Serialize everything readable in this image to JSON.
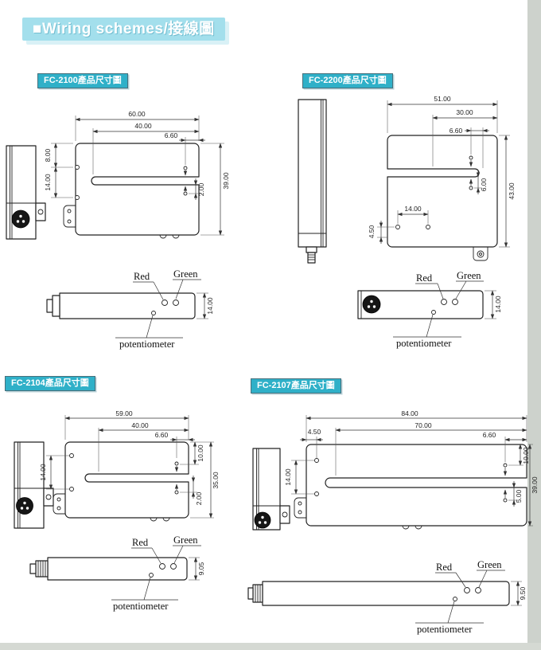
{
  "header": {
    "title": "■Wiring schemes/接線圖"
  },
  "panels": {
    "fc2100": {
      "title": "FC-2100產品尺寸圖",
      "dims": {
        "width": "60.00",
        "slot_depth": "40.00",
        "optical_axis": "6.60",
        "hole_top": "8.00",
        "hole_pitch": "14.00",
        "slot_offset": "2.00",
        "height": "39.00",
        "thickness": "14.00"
      },
      "labels": {
        "red": "Red",
        "green": "Green",
        "potentiometer": "potentiometer"
      }
    },
    "fc2200": {
      "title": "FC-2200產品尺寸圖",
      "dims": {
        "width": "51.00",
        "slot_depth": "30.00",
        "optical_axis": "6.60",
        "hole_pitch": "14.00",
        "edge_offset": "4.50",
        "slot_offset": "6.00",
        "height": "43.00",
        "thickness": "14.00"
      },
      "labels": {
        "red": "Red",
        "green": "Green",
        "potentiometer": "potentiometer"
      }
    },
    "fc2104": {
      "title": "FC-2104產品尺寸圖",
      "dims": {
        "width": "59.00",
        "slot_depth": "40.00",
        "optical_axis": "6.60",
        "hole_pitch": "14.00",
        "top_offset": "10.00",
        "slot_offset": "2.00",
        "height": "35.00",
        "thickness": "9.05"
      },
      "labels": {
        "red": "Red",
        "green": "Green",
        "potentiometer": "potentiometer"
      }
    },
    "fc2107": {
      "title": "FC-2107產品尺寸圖",
      "dims": {
        "width": "84.00",
        "slot_depth": "70.00",
        "optical_axis": "6.60",
        "edge_offset": "4.50",
        "hole_pitch": "14.00",
        "top_offset": "10.00",
        "slot_offset": "5.00",
        "height": "39.00",
        "thickness": "9.50"
      },
      "labels": {
        "red": "Red",
        "green": "Green",
        "potentiometer": "potentiometer"
      }
    }
  }
}
